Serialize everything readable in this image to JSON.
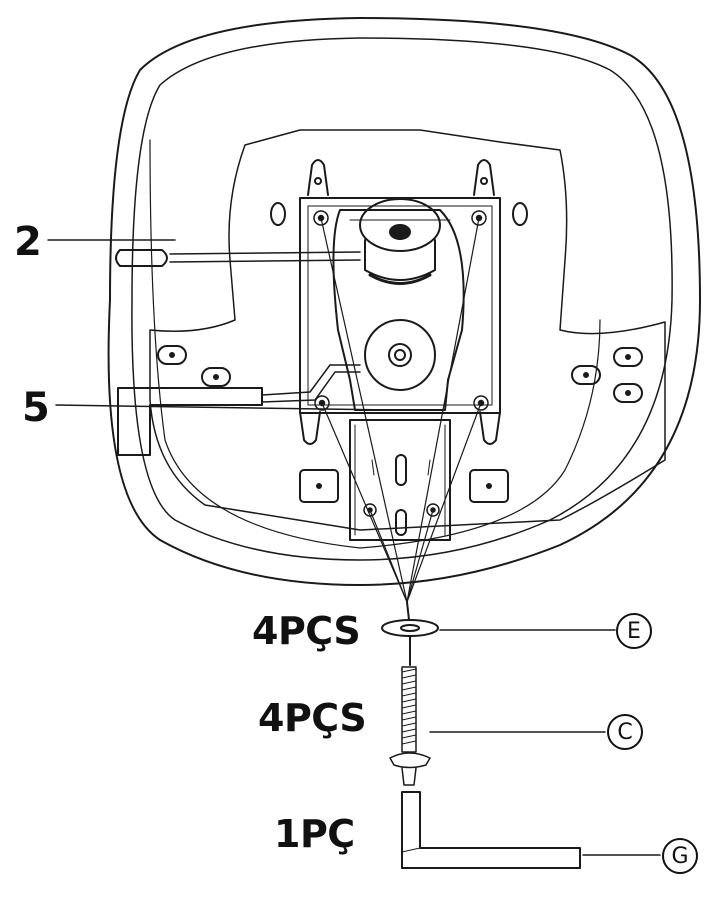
{
  "callouts": {
    "part_2": "2",
    "part_5": "5"
  },
  "hardware": [
    {
      "qty": "4PÇS",
      "letter": "E"
    },
    {
      "qty": "4PÇS",
      "letter": "C"
    },
    {
      "qty": "1PÇ",
      "letter": "G"
    }
  ]
}
